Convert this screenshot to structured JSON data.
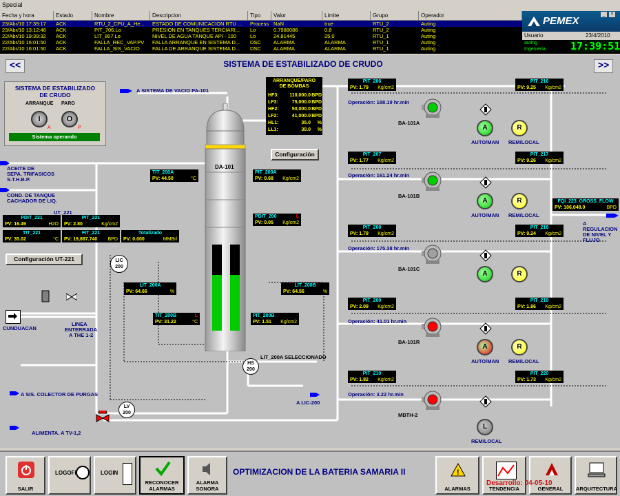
{
  "window": {
    "title": "Special"
  },
  "alarms": {
    "columns": [
      "Fecha y hora",
      "Estado",
      "Nombre",
      "Descripcion",
      "Tipo",
      "Valor",
      "Limite",
      "Grupo",
      "Operador"
    ],
    "rows": [
      [
        "23/Abr/10 17:39:17",
        "ACK",
        "RTU_2_CPU_A_He...",
        "ESTADO DE COMUNICACION RTU ...",
        "Process",
        "NaN",
        "true",
        "RTU_2",
        "Auting"
      ],
      [
        "23/Abr/10 13:12:46",
        "ACK",
        "PIT_706.Lo",
        "PRESION EN TANQUES TERCIARI...",
        "Lo",
        "0.7988086",
        "0.8",
        "RTU_2",
        "Auting"
      ],
      [
        "22/Abr/10 19:39:32",
        "ACK",
        "LIT_807.Lo",
        "NIVEL DE AGUA TANQUE API - 100",
        "Lo",
        "24.81445",
        "25.0",
        "RTU_1",
        "Auting"
      ],
      [
        "22/Abr/10 16:01:50",
        "ACK",
        "FALLA_REC_VAP.PV",
        "FALLA ARRANQUE EN SISTEMA D...",
        "DSC",
        "ALARMA",
        "ALARMA",
        "RTU_1",
        "Auting"
      ],
      [
        "22/Abr/10 16:01:50",
        "ACK",
        "FALLA_SIS_VACIO",
        "FALLA DE ARRANQUE SISTEMA D...",
        "DSC",
        "ALARMA",
        "ALARMA",
        "RTU_1",
        "Auting"
      ]
    ]
  },
  "header": {
    "brand": "PEMEX",
    "user_label": "Usuario",
    "date": "23/4/2010",
    "user": "auting",
    "role": "Ingenieria",
    "clock": "17:39:51"
  },
  "screen": {
    "title": "SISTEMA DE ESTABILIZADO DE CRUDO",
    "nav_prev": "<<",
    "nav_next": ">>"
  },
  "control": {
    "title1": "SISTEMA DE ESTABILIZADO",
    "title2": "DE CRUDO",
    "start_label": "ARRANQUE",
    "stop_label": "PARO",
    "start_btn": "I",
    "stop_btn": "O",
    "start_mark": "A",
    "stop_mark": "P",
    "status": "Sistema operando"
  },
  "pumps_table": {
    "title1": "ARRANQUE/PARO",
    "title2": "DE BOMBAS",
    "rows": [
      {
        "k": "HF3:",
        "v": "110,000.0",
        "u": "BPD"
      },
      {
        "k": "LF3:",
        "v": "75,000.0",
        "u": "BPD"
      },
      {
        "k": "HF2:",
        "v": "50,000.0",
        "u": "BPD"
      },
      {
        "k": "LF2:",
        "v": "41,000.0",
        "u": "BPD"
      },
      {
        "k": "HL1:",
        "v": "35.0",
        "u": "%"
      },
      {
        "k": "LL1:",
        "v": "30.0",
        "u": "%"
      }
    ]
  },
  "labels": {
    "vacuum": "A SISTEMA DE VACIO PA-101",
    "config": "Configuración",
    "oil1": "ACEITE DE",
    "oil2": "SEPA. TRIFASICOS",
    "oil3": "S.T.H.B.P.",
    "cond1": "COND. DE TANQUE",
    "cond2": "CACHADOR DE LIQ.",
    "ut221": "UT_221",
    "config_ut": "Configuración UT-221",
    "conduc": "CUNDUACAN",
    "line1": "LINEA",
    "line2": "ENTERRADA",
    "line3": "A THE 1-2",
    "purge": "A SIS. COLECTOR DE PURGAS",
    "feed": "ALIMENTA. A TV-1,2",
    "column": "DA-101",
    "lic": "LIC",
    "lic_num": "200",
    "lv": "LV",
    "lv_num": "200",
    "hs": "HS",
    "hs_num": "200",
    "lit_sel": "LIT_200A SELECCIONADO",
    "to_lic": "A LIC-200",
    "reg1": "A",
    "reg2": "REGULACION",
    "reg3": "DE NIVEL Y",
    "reg4": "FLUJO"
  },
  "instruments": {
    "pdit221": {
      "tag": "PDIT_221",
      "pv": "PV: 16.49",
      "u": "H2O"
    },
    "pit221": {
      "tag": "PIT_221",
      "pv": "PV: 2.80",
      "u": "Kg/cm2"
    },
    "tit221": {
      "tag": "TIT_221",
      "pv": "PV: 35.02",
      "u": "°C"
    },
    "fit221": {
      "tag": "FIT_221",
      "pv": "PV: 19,887.740",
      "u": "BPD"
    },
    "tot": {
      "tag": "Totalizado",
      "pv": "PV: 0.000",
      "u": "MMBrl"
    },
    "tit200a": {
      "tag": "TIT_200A",
      "pv": "PV: 44.50",
      "u": "°C"
    },
    "pit200a": {
      "tag": "PIT_200A",
      "pv": "PV: 0.68",
      "u": "Kg/cm2"
    },
    "pdit200": {
      "tag": "PDIT_200",
      "mark": "L",
      "pv": "PV: 0.05",
      "u": "Kg/cm2"
    },
    "lit200a": {
      "tag": "LIT_200A",
      "pv": "PV: 64.66",
      "u": "%"
    },
    "lit200b": {
      "tag": "LIT_200B",
      "pv": "PV: 64.56",
      "u": "%"
    },
    "tit200b": {
      "tag": "TIT_200B",
      "mark": "L",
      "pv": "PV: 31.22",
      "u": "°C"
    },
    "pit200b": {
      "tag": "PIT_200B",
      "pv": "PV: 1.51",
      "u": "Kg/cm2"
    },
    "fqi": {
      "tag": "FQI_223_GROSS_FLOW",
      "pv": "PV: 106,048.0",
      "u": "BPD"
    }
  },
  "pumps": [
    {
      "name": "BA-101A",
      "pit_in": "PIT_206",
      "pv_in": "PV: 1.79",
      "pit_out": "PIT_216",
      "pv_out": "PV: 9.25",
      "u": "Kg/cm2",
      "op": "Operación: 188.19 hr.min",
      "am": "A",
      "rl": "R",
      "am_label": "AUTO/MAN",
      "rl_label": "REM/LOCAL",
      "state": "green"
    },
    {
      "name": "BA-101B",
      "pit_in": "PIT_207",
      "pv_in": "PV: 1.77",
      "pit_out": "PIT_217",
      "pv_out": "PV: 9.26",
      "u": "Kg/cm2",
      "op": "Operación: 161.24 hr.min",
      "am": "A",
      "rl": "R",
      "am_label": "AUTO/MAN",
      "rl_label": "REM/LOCAL",
      "state": "green"
    },
    {
      "name": "BA-101C",
      "pit_in": "PIT_208",
      "pv_in": "PV: 1.79",
      "pit_out": "PIT_218",
      "pv_out": "PV: 9.24",
      "u": "Kg/cm2",
      "op": "Operación: 175.38 hr.min",
      "am": "A",
      "rl": "R",
      "am_label": "",
      "rl_label": "",
      "state": "gray"
    },
    {
      "name": "BA-101R",
      "pit_in": "PIT_209",
      "pv_in": "PV: 2.09",
      "pit_out": "PIT_219",
      "pv_out": "PV: 1.86",
      "u": "Kg/cm2",
      "op": "Operación: 41.01 hr.min",
      "am": "A",
      "rl": "R",
      "am_label": "AUTO/MAN",
      "rl_label": "REM/LOCAL",
      "state": "red"
    },
    {
      "name": "MBTH-2",
      "pit_in": "PIT_210",
      "pv_in": "PV: 1.82",
      "pit_out": "PIT_220",
      "pv_out": "PV: 1.73",
      "u": "Kg/cm2",
      "op": "Operación: 3.22 hr.min",
      "am": "",
      "rl": "L",
      "am_label": "",
      "rl_label": "REM/LOCAL",
      "state": "red"
    }
  ],
  "bottom": {
    "exit": "SALIR",
    "logoff": "LOGOFF",
    "login": "LOGIN",
    "ack1": "RECONOCER",
    "ack2": "ALARMAS",
    "sound1": "ALARMA",
    "sound2": "SONORA",
    "title": "OPTIMIZACION DE LA BATERIA SAMARIA II",
    "alarms": "ALARMAS",
    "trend": "TENDENCIA",
    "general": "GENERAL",
    "arch": "ARQUITECTURA",
    "devlabel": "Desarrollo: 04-05-10"
  },
  "colors": {
    "bg": "#c0c0c0",
    "navy": "#000080",
    "green": "#00cc00",
    "red": "#ff0000",
    "yellow": "#ffff00",
    "cyan": "#00ffff"
  }
}
